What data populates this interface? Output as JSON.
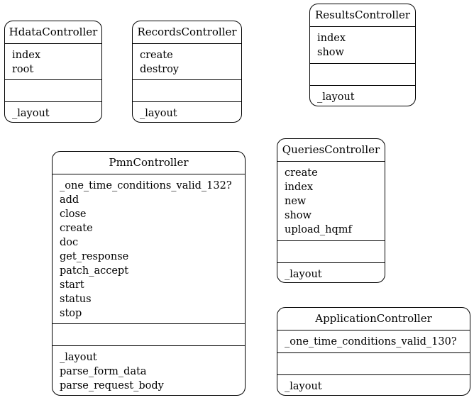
{
  "nodes": {
    "hdata": {
      "title": "HdataController",
      "public": [
        "index",
        "root"
      ],
      "protected": [],
      "private": [
        "_layout"
      ]
    },
    "records": {
      "title": "RecordsController",
      "public": [
        "create",
        "destroy"
      ],
      "protected": [],
      "private": [
        "_layout"
      ]
    },
    "results": {
      "title": "ResultsController",
      "public": [
        "index",
        "show"
      ],
      "protected": [],
      "private": [
        "_layout"
      ]
    },
    "pmn": {
      "title": "PmnController",
      "public": [
        "_one_time_conditions_valid_132?",
        "add",
        "close",
        "create",
        "doc",
        "get_response",
        "patch_accept",
        "start",
        "status",
        "stop"
      ],
      "protected": [],
      "private": [
        "_layout",
        "parse_form_data",
        "parse_request_body"
      ]
    },
    "queries": {
      "title": "QueriesController",
      "public": [
        "create",
        "index",
        "new",
        "show",
        "upload_hqmf"
      ],
      "protected": [],
      "private": [
        "_layout"
      ]
    },
    "application": {
      "title": "ApplicationController",
      "public": [
        "_one_time_conditions_valid_130?"
      ],
      "protected": [],
      "private": [
        "_layout"
      ]
    }
  }
}
